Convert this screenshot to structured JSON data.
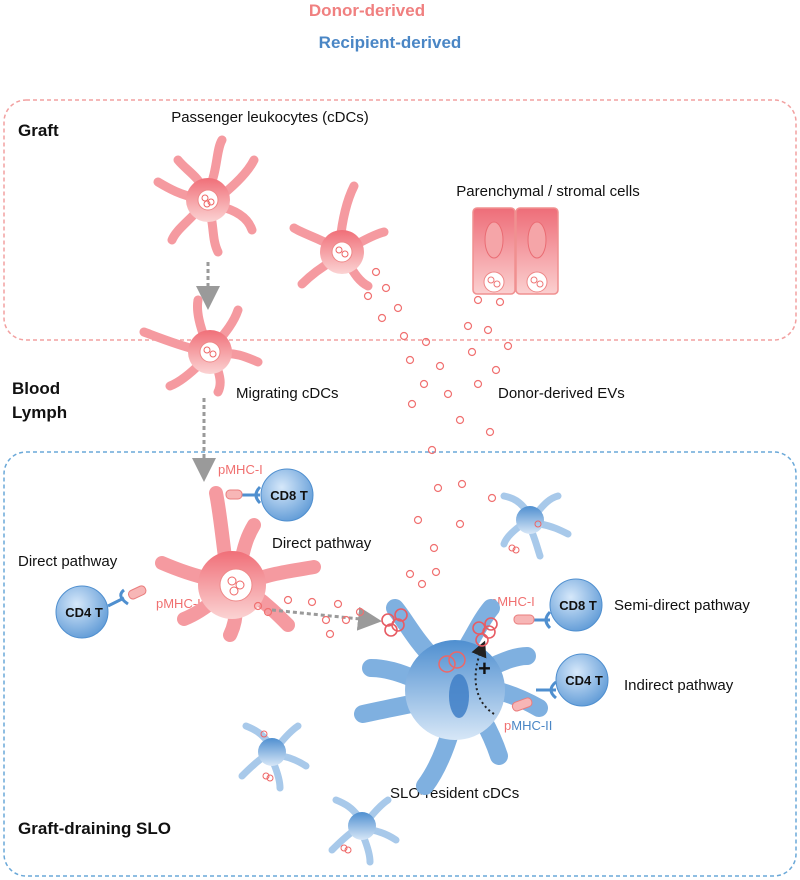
{
  "legend": {
    "donor": "Donor-derived",
    "recipient": "Recipient-derived"
  },
  "colors": {
    "donor": "#f08080",
    "recipient": "#4a86c5",
    "box_donor": "#f2a0a0",
    "box_recipient": "#6aa8d8",
    "arrow": "#999999"
  },
  "regions": {
    "graft": "Graft",
    "blood": "Blood",
    "lymph": "Lymph",
    "slo": "Graft-draining SLO"
  },
  "labels": {
    "passenger": "Passenger leukocytes (cDCs)",
    "parenchymal": "Parenchymal / stromal cells",
    "migrating": "Migrating cDCs",
    "evs": "Donor-derived EVs",
    "direct_left": "Direct pathway",
    "direct_center": "Direct pathway",
    "semi_direct": "Semi-direct pathway",
    "indirect": "Indirect pathway",
    "slo_resident": "SLO-resident cDCs"
  },
  "molecules": {
    "pmhc1_top": "pMHC-I",
    "pmhc2_left": "pMHC-II",
    "pmhc1_right": "pMHC-I",
    "pmhc2_p": "p",
    "pmhc2_rest": "MHC-II"
  },
  "tcells": {
    "cd8_top": "CD8 T",
    "cd4_left": "CD4 T",
    "cd8_right": "CD8 T",
    "cd4_right": "CD4 T"
  },
  "symbols": {
    "plus": "+"
  }
}
